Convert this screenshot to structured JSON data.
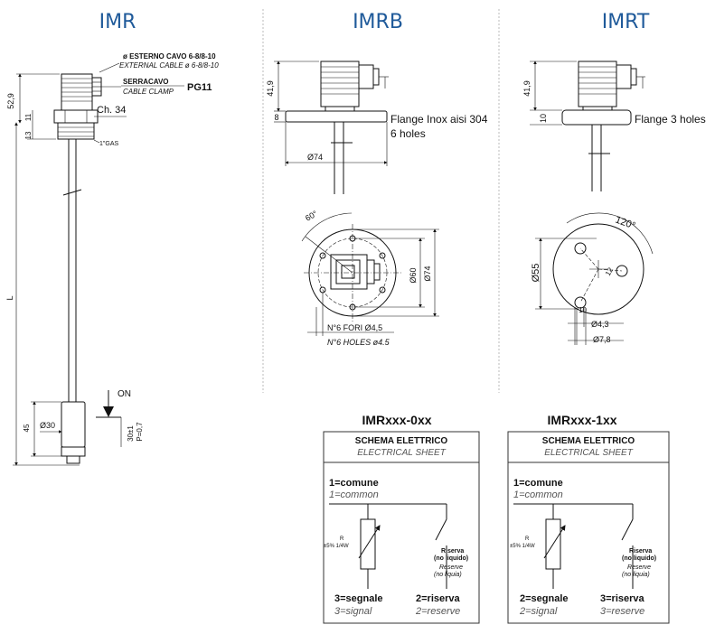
{
  "titles": {
    "imr": "IMR",
    "imrb": "IMRB",
    "imrt": "IMRT"
  },
  "imr": {
    "cable_it": "ø ESTERNO CAVO  6-8/8-10",
    "cable_en": "EXTERNAL CABLE ø 6-8/8-10",
    "clamp_it": "SERRACAVO",
    "clamp_en": "CABLE CLAMP",
    "pg": "PG11",
    "ch": "Ch. 34",
    "gas": "1\"GAS",
    "dim_52_9": "52,9",
    "dim_13": "13",
    "dim_11": "11",
    "dim_L": "L",
    "dim_45": "45",
    "dim_d30": "Ø30",
    "dim_30pm1": "30±1",
    "dim_p": "P=0,7",
    "on": "ON"
  },
  "imrb": {
    "dim_41_9": "41,9",
    "dim_8": "8",
    "flange_line1": "Flange Inox aisi 304",
    "flange_line2": "6 holes",
    "dim_d74_side": "Ø74",
    "angle": "60°",
    "dim_d60": "Ø60",
    "dim_d74_top": "Ø74",
    "holes_it": "N°6 FORI Ø4,5",
    "holes_en": "N°6 HOLES ø4.5"
  },
  "imrt": {
    "dim_41_9": "41,9",
    "dim_10": "10",
    "flange": "Flange 3 holes",
    "angle": "120°",
    "dim_d55": "Ø55",
    "dim_10b": "10",
    "dim_12": "12",
    "dim_4_3": "Ø4,3",
    "dim_7_8": "Ø7,8"
  },
  "schemes": [
    {
      "model": "IMRxxx-0xx",
      "head_it": "SCHEMA ELETTRICO",
      "head_en": "ELECTRICAL SHEET",
      "t1_it": "1=comune",
      "t1_en": "1=common",
      "r_label": "R",
      "r_spec": "±5% 1/4W",
      "res_it1": "Riserva",
      "res_it2": "(no liquido)",
      "res_en1": "Reserve",
      "res_en2": "(no liquia)",
      "t3_it": "3=segnale",
      "t3_en": "3=signal",
      "t2_it": "2=riserva",
      "t2_en": "2=reserve"
    },
    {
      "model": "IMRxxx-1xx",
      "head_it": "SCHEMA ELETTRICO",
      "head_en": "ELECTRICAL SHEET",
      "t1_it": "1=comune",
      "t1_en": "1=common",
      "r_label": "R",
      "r_spec": "±5% 1/4W",
      "res_it1": "Riserva",
      "res_it2": "(no liquido)",
      "res_en1": "Reserve",
      "res_en2": "(no liquia)",
      "t3_it": "2=segnale",
      "t3_en": "2=signal",
      "t2_it": "3=riserva",
      "t2_en": "3=reserve"
    }
  ]
}
